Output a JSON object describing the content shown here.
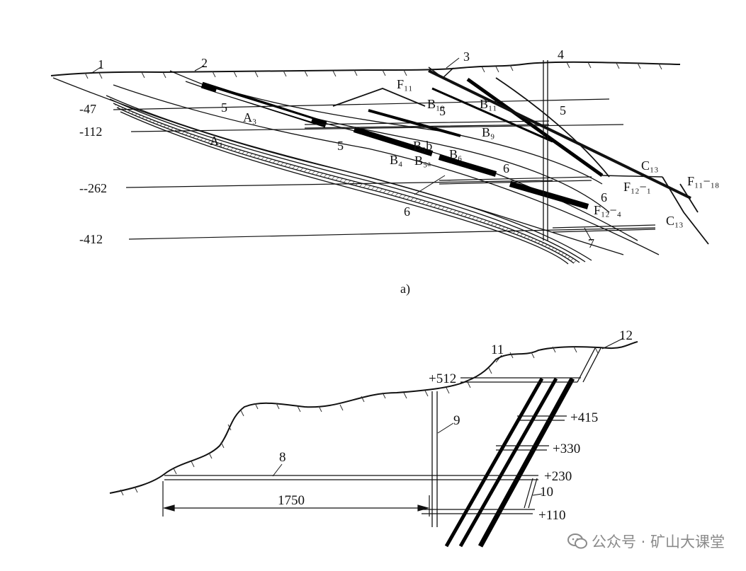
{
  "diagram_a": {
    "caption": "a)",
    "point_labels": [
      "1",
      "2",
      "3",
      "4"
    ],
    "levels": [
      "-47",
      "-112",
      "--262",
      "-412"
    ],
    "seams": {
      "A1": "A₁",
      "A3": "A₃",
      "B4": "B₄",
      "B5a": "B₅ₐ",
      "B5b": "B₅b",
      "B6": "B₆",
      "B9": "B₉",
      "B10": "B₁₀",
      "B11": "B₁₁",
      "C13": "C₁₃",
      "C13b": "C₁₃"
    },
    "faults": {
      "F11": "F₁₁",
      "F12_1": "F₁₂−₁",
      "F11_18": "F₁₁−₁₈",
      "F12_4": "F₁₂−₄"
    },
    "adit_labels": [
      "5",
      "5",
      "5",
      "5",
      "6",
      "6",
      "6",
      "7"
    ]
  },
  "diagram_b": {
    "point_labels": [
      "8",
      "9",
      "10",
      "11",
      "12"
    ],
    "levels": [
      "+512",
      "+415",
      "+330",
      "+230",
      "+110"
    ],
    "dimension": "1750"
  },
  "watermark": {
    "icon": "wechat-icon",
    "text": "公众号 · 矿山大课堂"
  }
}
